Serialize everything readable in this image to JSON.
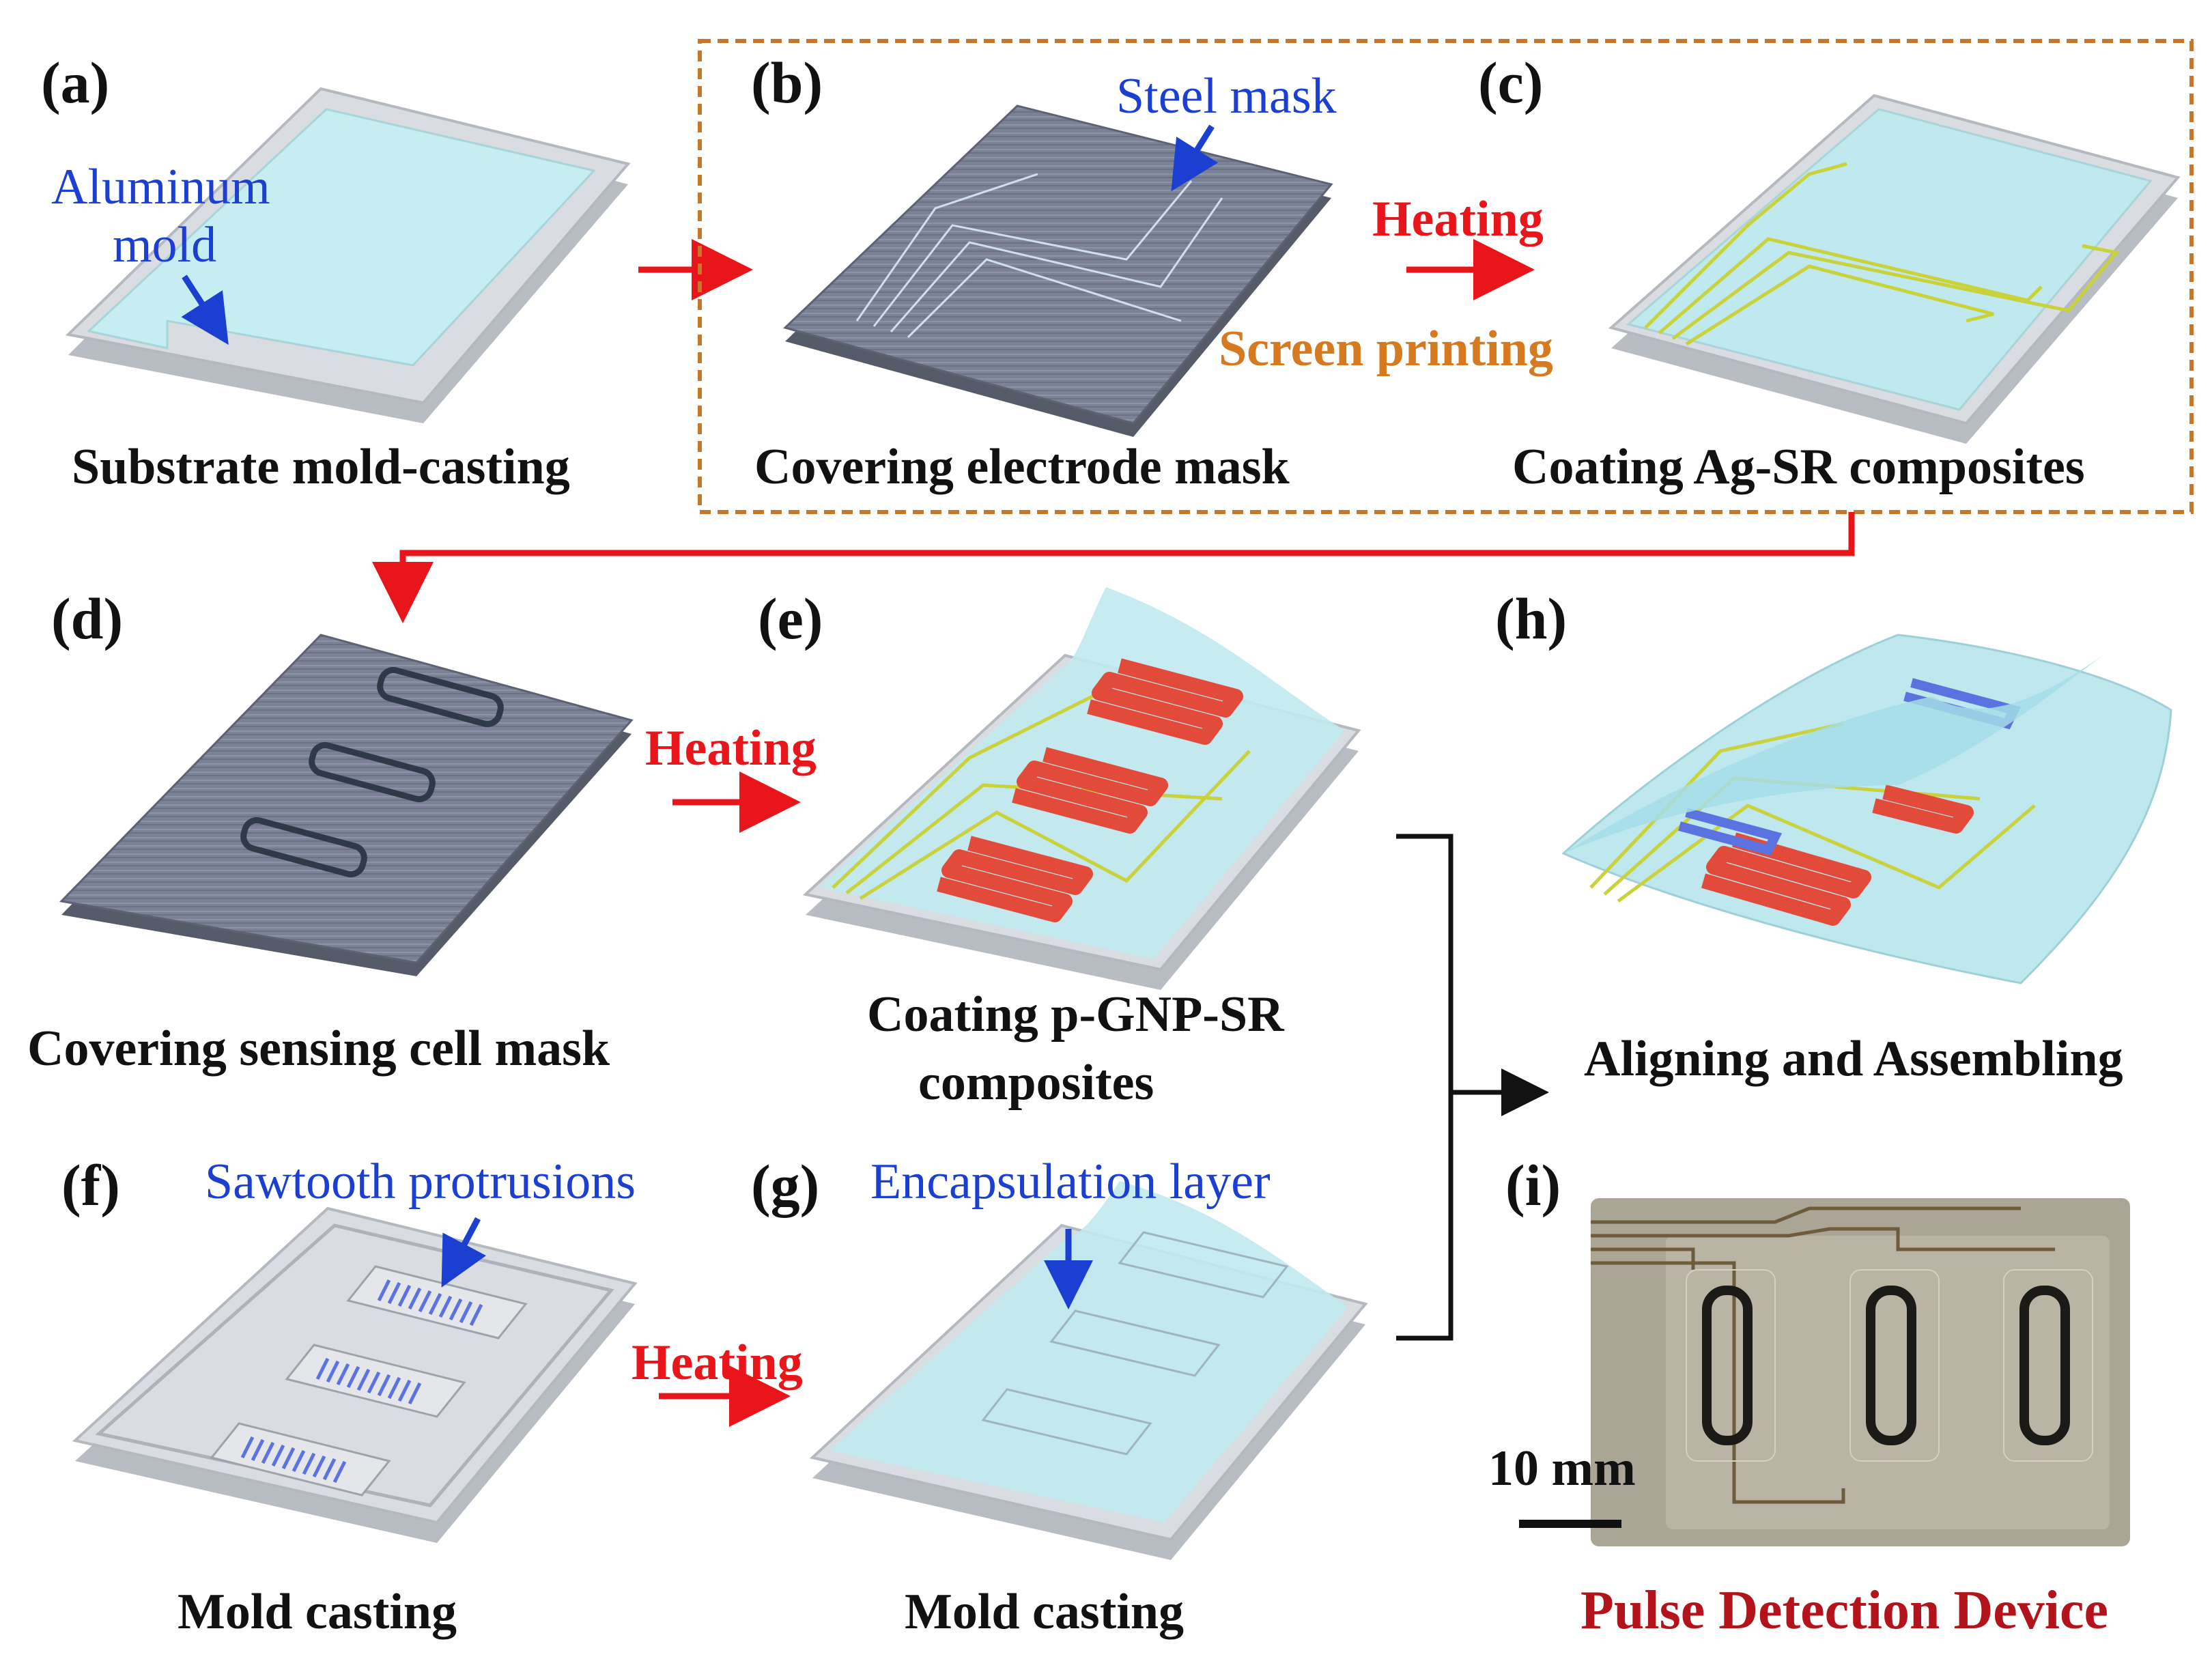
{
  "panels": {
    "a": {
      "letter": "(a)",
      "caption": "Substrate mold-casting",
      "annotation": "Aluminum mold"
    },
    "b": {
      "letter": "(b)",
      "caption": "Covering electrode mask",
      "annotation": "Steel mask"
    },
    "c": {
      "letter": "(c)",
      "caption": "Coating Ag-SR composites"
    },
    "d": {
      "letter": "(d)",
      "caption": "Covering sensing cell mask"
    },
    "e": {
      "letter": "(e)",
      "caption_line1": "Coating p-GNP-SR",
      "caption_line2": "composites"
    },
    "f": {
      "letter": "(f)",
      "caption": "Mold casting",
      "annotation": "Sawtooth protrusions"
    },
    "g": {
      "letter": "(g)",
      "caption": "Mold casting",
      "annotation": "Encapsulation layer"
    },
    "h": {
      "letter": "(h)",
      "caption": "Aligning and Assembling"
    },
    "i": {
      "letter": "(i)",
      "caption": "Pulse Detection Device",
      "scale_bar": "10 mm"
    }
  },
  "arrows": {
    "heating_bc": "Heating",
    "screen_printing": "Screen printing",
    "heating_de": "Heating",
    "heating_fg": "Heating"
  },
  "colors": {
    "steel": "#7c8296",
    "aluminum": "#d4d7dc",
    "silicone": "#bfe8ee",
    "electrode": "#c9d23a",
    "sensing": "#e24a3a",
    "sawtooth": "#5b73e0",
    "annotation_blue": "#1a3fd1",
    "heating_red": "#e8151b",
    "screen_orange": "#d77a1f",
    "device_red": "#b3141b"
  }
}
